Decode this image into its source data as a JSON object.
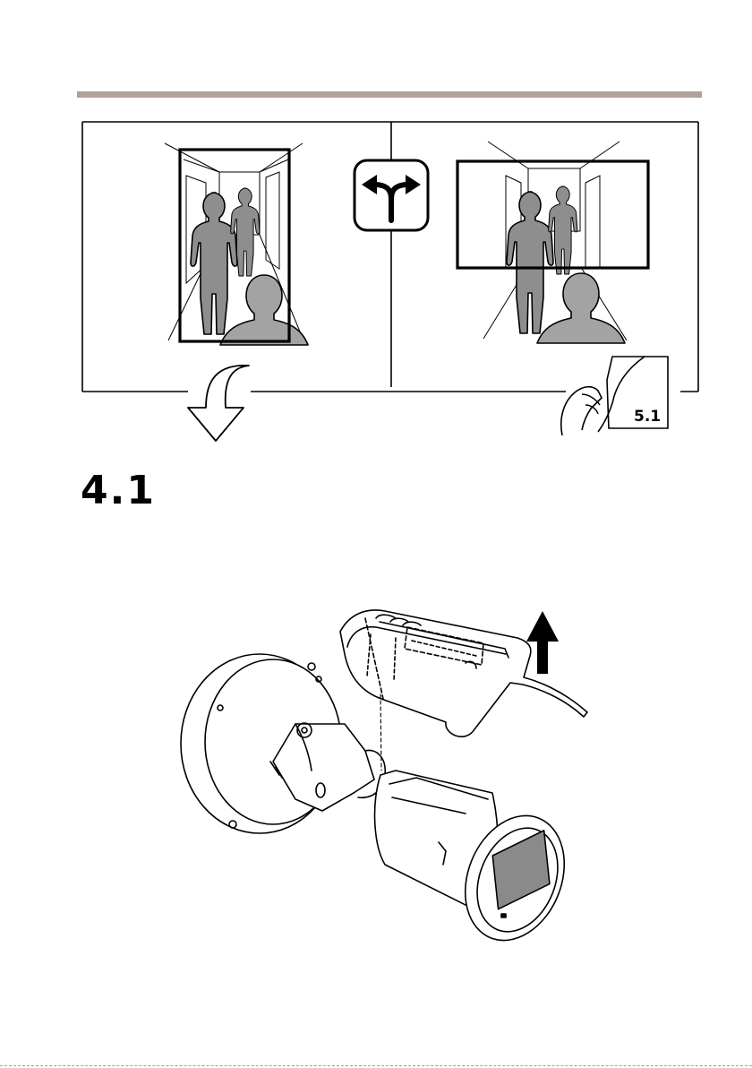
{
  "header": {
    "rule_color": "#b0a29a"
  },
  "orientation": {
    "portrait_panel": "portrait-view",
    "landscape_panel": "landscape-view",
    "decision_icon": "fork-arrows-icon",
    "next_arrow_icon": "down-arrow-icon",
    "goto_page_icon": "page-turn-icon",
    "goto_label": "5.1"
  },
  "section": {
    "number": "4.1"
  },
  "step": {
    "illustration": "bullet-camera-with-sunshield",
    "action_icon": "up-arrow-icon"
  }
}
